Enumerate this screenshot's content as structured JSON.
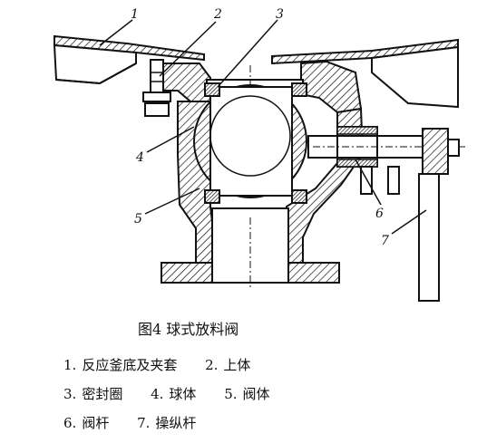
{
  "figure": {
    "caption": "图4   球式放料阀",
    "callouts": [
      {
        "n": "1"
      },
      {
        "n": "2"
      },
      {
        "n": "3"
      },
      {
        "n": "4"
      },
      {
        "n": "5"
      },
      {
        "n": "6"
      },
      {
        "n": "7"
      }
    ],
    "legend_rows": [
      [
        {
          "n": "1.",
          "label": "反应釜底及夹套"
        },
        {
          "n": "2.",
          "label": "上体"
        }
      ],
      [
        {
          "n": "3.",
          "label": "密封圈"
        },
        {
          "n": "4.",
          "label": "球体"
        },
        {
          "n": "5.",
          "label": "阀体"
        }
      ],
      [
        {
          "n": "6.",
          "label": "阀杆"
        },
        {
          "n": "7.",
          "label": "操纵杆"
        }
      ]
    ]
  }
}
